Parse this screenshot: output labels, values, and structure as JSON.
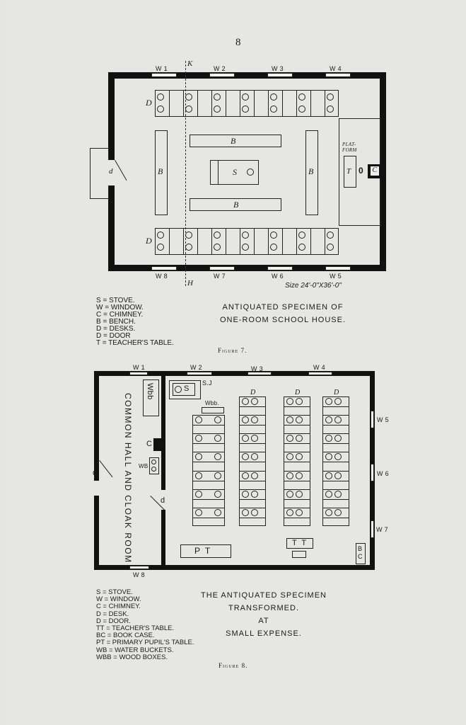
{
  "page_number": "8",
  "figure7": {
    "caption_label": "Figure 7.",
    "title_lines": [
      "Antiquated Specimen of",
      "One-Room School House."
    ],
    "size": "Size 24'-0\"X36'-0\"",
    "windows_top": [
      "W 1",
      "W 2",
      "W 3",
      "W 4"
    ],
    "windows_bottom": [
      "W 8",
      "W 7",
      "W 6",
      "W 5"
    ],
    "section_marks": {
      "top": "K",
      "bottom": "H"
    },
    "labels": {
      "desks": "D",
      "bench": "B",
      "stove": "S",
      "platform": "PLAT-\nFORM",
      "teacher_table": "T",
      "chimney": "C",
      "door": "d"
    },
    "legend": [
      "S = Stove.",
      "W = Window.",
      "C = Chimney.",
      "B = Bench.",
      "D = Desks.",
      "d = Door",
      "T = Teacher's Table."
    ]
  },
  "figure8": {
    "caption_label": "Figure 8.",
    "title_lines": [
      "The Antiquated Specimen",
      "Transformed.",
      "At",
      "Small Expense."
    ],
    "windows_top": [
      "W 1",
      "W 2",
      "W 3",
      "W 4"
    ],
    "windows_right": [
      "W 5",
      "W 6",
      "W 7"
    ],
    "windows_bottom": [
      "W 8"
    ],
    "hall_label": "Common Hall and Cloak Room",
    "labels": {
      "wood_box": "Wbb",
      "wood_box_small": "Wbb.",
      "stove": "S",
      "stove_jacket": "S.J",
      "chimney": "C",
      "water_bucket": "WB",
      "door": "d",
      "desk": "D",
      "primary_table": "P T",
      "teacher_table": "T T",
      "book_case": "B C"
    },
    "legend": [
      "S = Stove.",
      "W = Window.",
      "C = Chimney.",
      "D = Desk.",
      "d = Door.",
      "TT = Teacher's Table.",
      "BC = Book Case.",
      "PT = Primary Pupil's Table.",
      "WB = Water Buckets.",
      "Wbb = Wood Boxes."
    ]
  }
}
